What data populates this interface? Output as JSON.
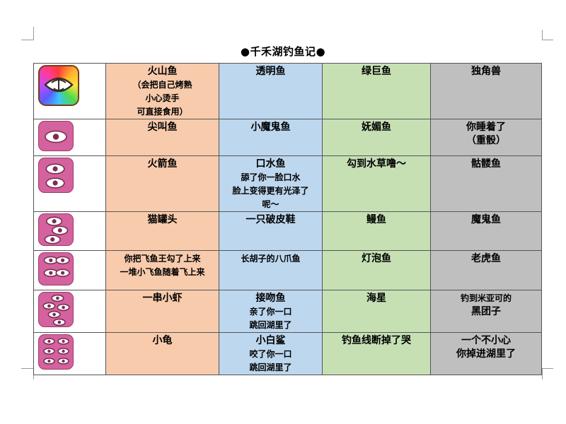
{
  "document": {
    "title": "●千禾湖钓鱼记●"
  },
  "icons": {
    "rainbow_color": "#ff3b3b",
    "pink_color": "#d4629e",
    "eye_color": "#ffffff"
  },
  "rows": [
    {
      "icon": "rainbow-fish-icon",
      "eyes": 1,
      "cells": [
        {
          "lines": [
            "火山鱼"
          ],
          "sub": [
            "（会把自己烤熟",
            "小心烫手",
            "可直接食用）"
          ]
        },
        {
          "lines": [
            "透明鱼"
          ],
          "sub": []
        },
        {
          "lines": [
            "绿巨鱼"
          ],
          "sub": []
        },
        {
          "lines": [
            "独角兽"
          ],
          "sub": []
        }
      ]
    },
    {
      "icon": "eye-1-icon",
      "eyes": 1,
      "cells": [
        {
          "lines": [
            "尖叫鱼"
          ],
          "sub": []
        },
        {
          "lines": [
            "小魔鬼鱼"
          ],
          "sub": []
        },
        {
          "lines": [
            "妩媚鱼"
          ],
          "sub": []
        },
        {
          "lines": [
            "你睡着了",
            "（重骰）"
          ],
          "sub": []
        }
      ]
    },
    {
      "icon": "eye-2-icon",
      "eyes": 2,
      "cells": [
        {
          "lines": [
            "火箭鱼"
          ],
          "sub": []
        },
        {
          "lines": [
            "口水鱼"
          ],
          "sub": [
            "舔了你一脸口水",
            "脸上变得更有光泽了",
            "呢～"
          ]
        },
        {
          "lines": [
            "勾到水草噜～"
          ],
          "sub": []
        },
        {
          "lines": [
            "骷髅鱼"
          ],
          "sub": []
        }
      ]
    },
    {
      "icon": "eye-3-icon",
      "eyes": 3,
      "cells": [
        {
          "lines": [
            "猫罐头"
          ],
          "sub": []
        },
        {
          "lines": [
            "一只破皮鞋"
          ],
          "sub": []
        },
        {
          "lines": [
            "鳗鱼"
          ],
          "sub": []
        },
        {
          "lines": [
            "魔鬼鱼"
          ],
          "sub": []
        }
      ]
    },
    {
      "icon": "eye-4-icon",
      "eyes": 4,
      "cells": [
        {
          "lines": [],
          "sub": [
            "你把飞鱼王勾了上来",
            "一堆小飞鱼随着飞上来"
          ]
        },
        {
          "lines": [],
          "sub": [
            "长胡子的八爪鱼"
          ]
        },
        {
          "lines": [
            "灯泡鱼"
          ],
          "sub": []
        },
        {
          "lines": [
            "老虎鱼"
          ],
          "sub": []
        }
      ]
    },
    {
      "icon": "eye-5-icon",
      "eyes": 5,
      "cells": [
        {
          "lines": [
            "一串小虾"
          ],
          "sub": []
        },
        {
          "lines": [
            "接吻鱼"
          ],
          "sub": [
            "亲了你一口",
            "跳回湖里了"
          ]
        },
        {
          "lines": [
            "海星"
          ],
          "sub": []
        },
        {
          "lines": [],
          "sub": [
            "钓到米亚可的"
          ],
          "after": [
            "黑团子"
          ]
        }
      ]
    },
    {
      "icon": "eye-6-icon",
      "eyes": 6,
      "cells": [
        {
          "lines": [
            "小龟"
          ],
          "sub": []
        },
        {
          "lines": [
            "小白鲨"
          ],
          "sub": [
            "咬了你一口",
            "跳回湖里了"
          ]
        },
        {
          "lines": [
            "钓鱼线断掉了哭"
          ],
          "sub": []
        },
        {
          "lines": [
            "一个不小心",
            "你掉进湖里了"
          ],
          "sub": []
        }
      ]
    }
  ]
}
